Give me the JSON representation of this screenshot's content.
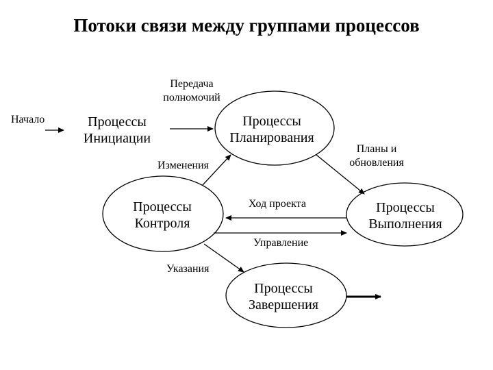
{
  "slide": {
    "title": "Потоки связи между группами процессов"
  },
  "nodes": {
    "initiation": "Процессы\nИнициации",
    "planning": "Процессы\nПланирования",
    "control": "Процессы\nКонтроля",
    "execution": "Процессы\nВыполнения",
    "closing": "Процессы\nЗавершения"
  },
  "flows": {
    "start": "Начало",
    "authority": "Передача\nполномочий",
    "plans": "Планы и\nобновления",
    "changes": "Изменения",
    "progress": "Ход проекта",
    "management": "Управление",
    "instructions": "Указания"
  }
}
